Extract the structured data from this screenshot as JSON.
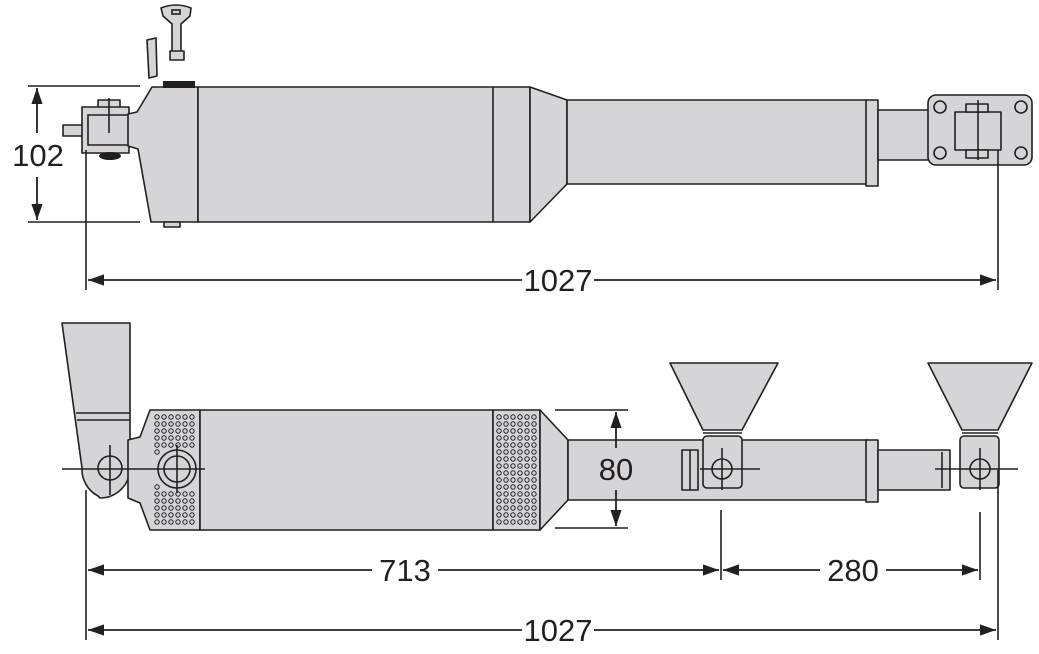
{
  "drawing": {
    "top_view": {
      "height_dimension": "102",
      "length_dimension": "1027"
    },
    "side_view": {
      "tube_dimension": "80",
      "body_to_bracket_dimension": "713",
      "bracket_spacing_dimension": "280",
      "length_dimension": "1027"
    },
    "colors": {
      "body": "#d5d5d7",
      "line": "#231f20"
    }
  }
}
